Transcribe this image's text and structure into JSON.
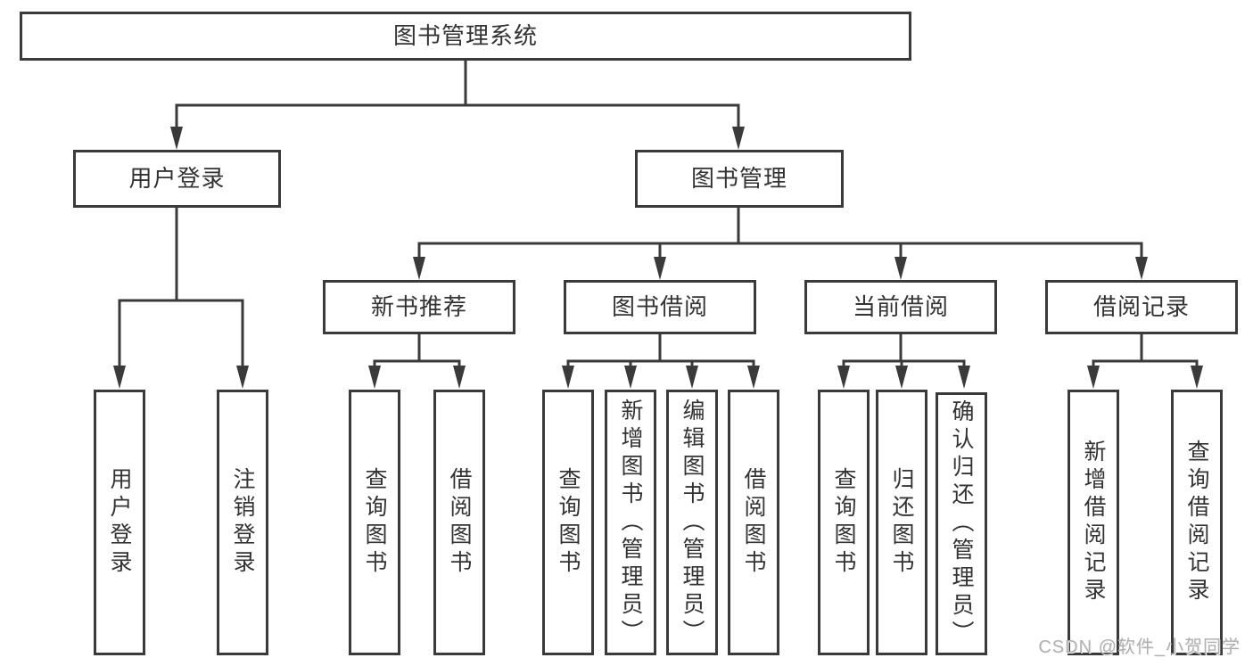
{
  "diagram_title": "图书管理系统",
  "nodes": {
    "root": {
      "label": "图书管理系统"
    },
    "level2": [
      {
        "label": "用户登录"
      },
      {
        "label": "图书管理"
      }
    ],
    "level3": [
      {
        "label": "新书推荐",
        "parent": "图书管理"
      },
      {
        "label": "图书借阅",
        "parent": "图书管理"
      },
      {
        "label": "当前借阅",
        "parent": "图书管理"
      },
      {
        "label": "借阅记录",
        "parent": "图书管理"
      }
    ],
    "leaves": [
      {
        "label": "用户登录",
        "parent": "用户登录"
      },
      {
        "label": "注销登录",
        "parent": "用户登录"
      },
      {
        "label": "查询图书",
        "parent": "新书推荐"
      },
      {
        "label": "借阅图书",
        "parent": "新书推荐"
      },
      {
        "label": "查询图书",
        "parent": "图书借阅"
      },
      {
        "label": "新增图书（管理员）",
        "parent": "图书借阅"
      },
      {
        "label": "编辑图书（管理员）",
        "parent": "图书借阅"
      },
      {
        "label": "借阅图书",
        "parent": "图书借阅"
      },
      {
        "label": "查询图书",
        "parent": "当前借阅"
      },
      {
        "label": "归还图书",
        "parent": "当前借阅"
      },
      {
        "label": "确认归还（管理员）",
        "parent": "当前借阅"
      },
      {
        "label": "新增借阅记录",
        "parent": "借阅记录"
      },
      {
        "label": "查询借阅记录",
        "parent": "借阅记录"
      }
    ]
  },
  "watermark": {
    "text": "CSDN @软件_小贺同学"
  },
  "colors": {
    "line": "#3a3a3a",
    "text": "#333333",
    "watermark": "#b0b0b0",
    "background": "#ffffff"
  }
}
